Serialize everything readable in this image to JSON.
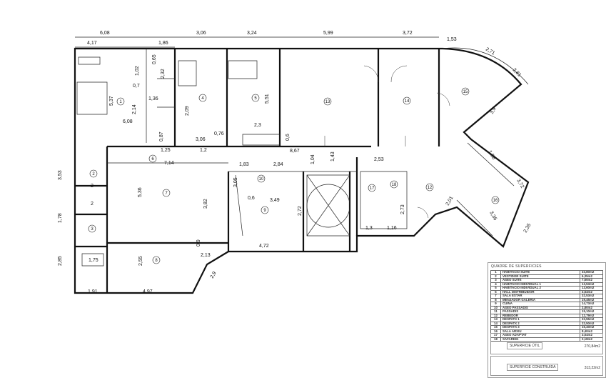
{
  "plan": {
    "dimensions": [
      "6,08",
      "4,17",
      "1,86",
      "3,06",
      "3,24",
      "5,99",
      "3,72",
      "1,53",
      "2,71",
      "2,81",
      "3,53",
      "1,78",
      "2,85",
      "1,91",
      "4,97",
      "5,37",
      "6,08",
      "2,14",
      "1,02",
      "0,7",
      "2,32",
      "1,36",
      "2,09",
      "0,87",
      "1,25",
      "3,06",
      "1,2",
      "0,76",
      "2,3",
      "5,51",
      "0,6",
      "8,67",
      "1,43",
      "7,14",
      "1,83",
      "2,84",
      "1,04",
      "2,53",
      "5,36",
      "3,82",
      "3,05",
      "0,6",
      "3,49",
      "2,72",
      "2,73",
      "2,01",
      "1,3",
      "1,16",
      "4,72",
      "2,55",
      "2,13",
      "0,9",
      "2,9",
      "1,75",
      "2",
      "2",
      "3,9",
      "1,58",
      "3,72",
      "3,36",
      "2,35",
      "0,65"
    ],
    "rooms": [
      "1",
      "2",
      "3",
      "4",
      "5",
      "6",
      "7",
      "8",
      "9",
      "10",
      "12",
      "13",
      "14",
      "15",
      "16",
      "17",
      "18"
    ]
  },
  "legend": {
    "title": "QUADRE DE SUPERFICIES",
    "rows": [
      {
        "n": "1",
        "name": "HABITACIÓ SUITE",
        "area": "33,80m2"
      },
      {
        "n": "2",
        "name": "VESTIDOR SUITE",
        "area": "6,35m2"
      },
      {
        "n": "3",
        "name": "ASEO SUITE",
        "area": "7,60m2"
      },
      {
        "n": "4",
        "name": "HABITACIÓ INDIVIDUAL 1",
        "area": "13,53m2"
      },
      {
        "n": "5",
        "name": "HABITACIÓ INDIVIDUAL 2",
        "area": "13,60m2"
      },
      {
        "n": "6",
        "name": "HALL DISTRIBUIDOR",
        "area": "2,64m2"
      },
      {
        "n": "7",
        "name": "SALA ESTAR",
        "area": "32,53m2"
      },
      {
        "n": "8",
        "name": "MENJADOR GALERIA",
        "area": "19,45m2"
      },
      {
        "n": "9",
        "name": "CUINA",
        "area": "14,73m2"
      },
      {
        "n": "10",
        "name": "ASEO PASSADIS",
        "area": "2,80m2"
      },
      {
        "n": "11",
        "name": "PASSADIS",
        "area": "15,10m2"
      },
      {
        "n": "12",
        "name": "REBEDOR",
        "area": "12,79m2"
      },
      {
        "n": "13",
        "name": "DESPATX 1",
        "area": "33,55m2"
      },
      {
        "n": "14",
        "name": "DESPATX 2",
        "area": "22,50m2"
      },
      {
        "n": "15",
        "name": "DESPATX 3",
        "area": "15,40m2"
      },
      {
        "n": "16",
        "name": "SALA ARXIU",
        "area": "8,40m2"
      },
      {
        "n": "17",
        "name": "ASEO ADAPTAT",
        "area": "3,54m2"
      },
      {
        "n": "18",
        "name": "SAFAREIG",
        "area": "2,18m2"
      }
    ],
    "util_label": "SUPERFICIE ÚTIL",
    "util_value": "270,84m2",
    "built_label": "SUPERFICIE CONSTRUIDA",
    "built_value": "313,22m2"
  }
}
